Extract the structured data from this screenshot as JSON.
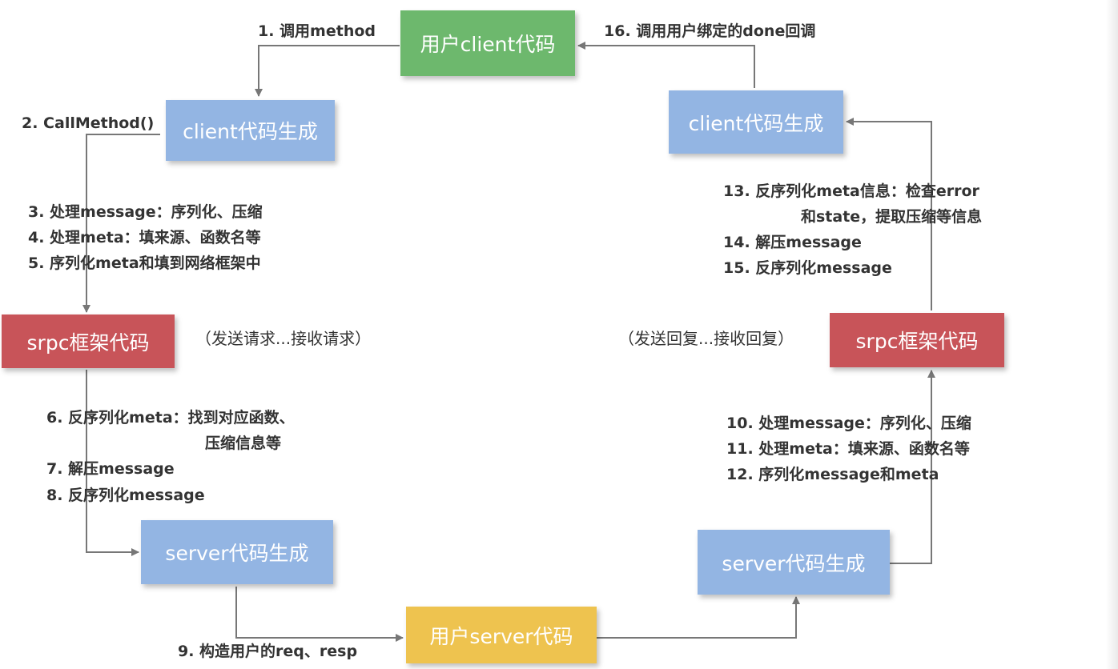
{
  "colors": {
    "green": "#6db86d",
    "blue": "#93b5e3",
    "red": "#c85459",
    "yellow": "#eec34f",
    "arrow": "#777777",
    "text": "#333333"
  },
  "boxes": {
    "user_client": "用户client代码",
    "client_gen_left": "client代码生成",
    "client_gen_right": "client代码生成",
    "srpc_left": "srpc框架代码",
    "srpc_right": "srpc框架代码",
    "server_gen_left": "server代码生成",
    "server_gen_right": "server代码生成",
    "user_server": "用户server代码"
  },
  "steps": {
    "s1": "1. 调用method",
    "s2": "2. CallMethod()",
    "s3": "3. 处理message：序列化、压缩",
    "s4": "4. 处理meta：填来源、函数名等",
    "s5": "5. 序列化meta和填到网络框架中",
    "s6": "6. 反序列化meta：找到对应函数、",
    "s6b": "压缩信息等",
    "s7": "7. 解压message",
    "s8": "8. 反序列化message",
    "s9": "9. 构造用户的req、resp",
    "s10": "10. 处理message：序列化、压缩",
    "s11": "11. 处理meta：填来源、函数名等",
    "s12": "12. 序列化message和meta",
    "s13": "13. 反序列化meta信息：检查error",
    "s13b": "和state，提取压缩等信息",
    "s14": "14. 解压message",
    "s15": "15. 反序列化message",
    "s16": "16. 调用用户绑定的done回调"
  },
  "notes": {
    "send_request": "（发送请求...接收请求）",
    "send_reply": "（发送回复...接收回复）"
  }
}
